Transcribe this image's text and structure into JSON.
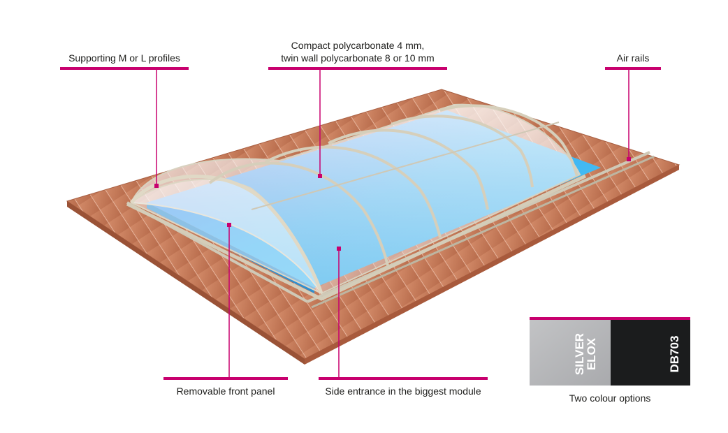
{
  "callouts": {
    "profiles": "Supporting M or L profiles",
    "polycarbonate_line1": "Compact polycarbonate 4 mm,",
    "polycarbonate_line2": "twin wall polycarbonate 8 or 10 mm",
    "air_rails": "Air rails",
    "front_panel": "Removable front panel",
    "side_entrance": "Side entrance in the biggest module"
  },
  "colour_options": {
    "caption": "Two colour options",
    "swatches": [
      {
        "line1": "SILVER",
        "line2": "ELOX",
        "color": "#b6b7b9"
      },
      {
        "line1": "DB703",
        "color": "#1b1c1d"
      }
    ]
  },
  "colors": {
    "accent": "#c8006e",
    "deck": "#c57a5a",
    "water": "#3aa8ef",
    "frame": "#ddd6c4"
  }
}
